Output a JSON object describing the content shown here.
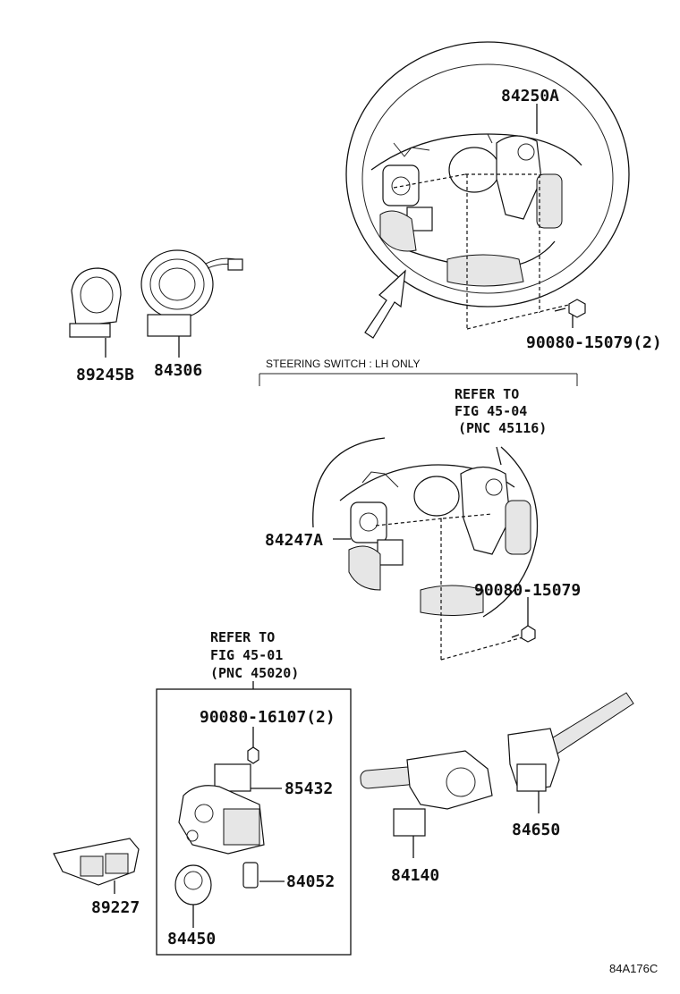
{
  "labels": {
    "p84250A": "84250A",
    "p90080_15079_2": "90080-15079(2)",
    "p89245B": "89245B",
    "p84306": "84306",
    "steering_switch_note": "STEERING SWITCH : LH ONLY",
    "refer_a_line1": "REFER TO",
    "refer_a_line2": "FIG 45-04",
    "refer_a_line3": "(PNC 45116)",
    "p84247A": "84247A",
    "p90080_15079": "90080-15079",
    "refer_b_line1": "REFER TO",
    "refer_b_line2": "FIG 45-01",
    "refer_b_line3": "(PNC 45020)",
    "p90080_16107_2": "90080-16107(2)",
    "p85432": "85432",
    "p84052": "84052",
    "p84450": "84450",
    "p89227": "89227",
    "p84140": "84140",
    "p84650": "84650",
    "figure_id": "84A176C"
  }
}
